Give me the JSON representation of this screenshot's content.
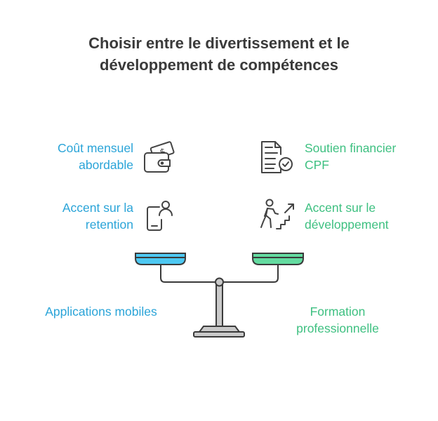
{
  "title": {
    "line1": "Choisir entre le divertissement et le",
    "line2": "développement de compétences"
  },
  "left": {
    "feature1": {
      "line1": "Coût mensuel",
      "line2": "abordable",
      "icon": "wallet-money-icon"
    },
    "feature2": {
      "line1": "Accent sur la",
      "line2": "retention",
      "icon": "phone-user-icon"
    },
    "option": {
      "line1": "Applications mobiles"
    },
    "color": "#2aa4d8"
  },
  "right": {
    "feature1": {
      "line1": "Soutien financier",
      "line2": "CPF",
      "icon": "document-check-icon"
    },
    "feature2": {
      "line1": "Accent sur le",
      "line2": "développement",
      "icon": "person-climbing-stairs-icon"
    },
    "option": {
      "line1": "Formation",
      "line2": "professionnelle"
    },
    "color": "#3ec081"
  }
}
